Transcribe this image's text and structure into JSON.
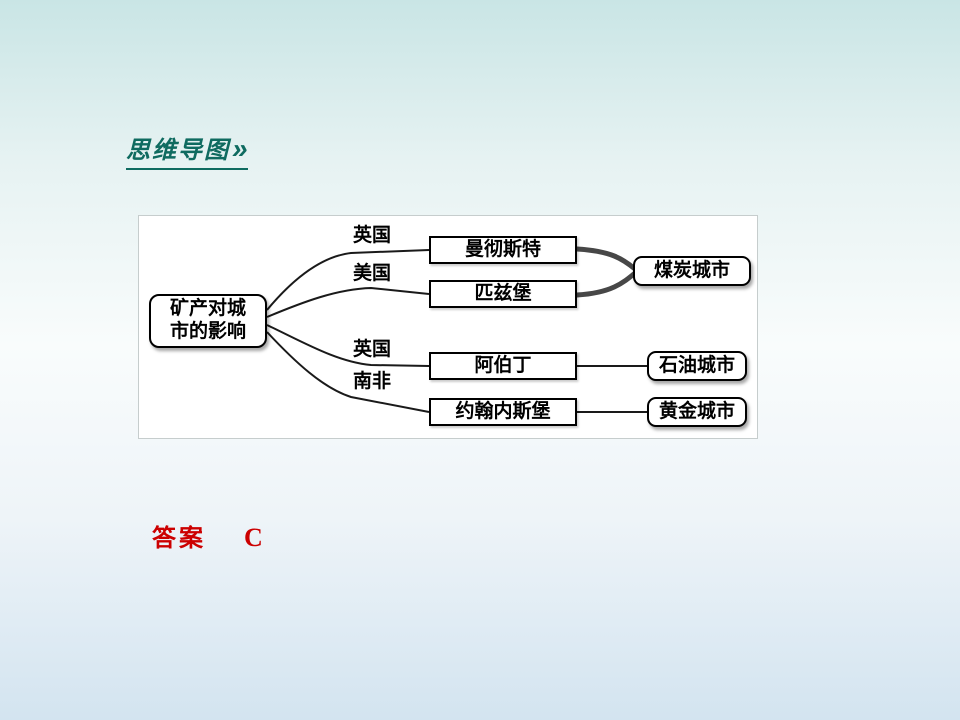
{
  "colors": {
    "accent_teal": "#0f6b60",
    "answer_red": "#cc0000"
  },
  "title": {
    "text": "思维导图",
    "chevron": "»"
  },
  "diagram": {
    "root_label": "矿产对城市的影响",
    "top": {
      "labels": [
        "英国",
        "美国"
      ],
      "cities": [
        "曼彻斯特",
        "匹兹堡"
      ],
      "category": "煤炭城市"
    },
    "bottom": {
      "labels": [
        "英国",
        "南非"
      ],
      "cities": [
        "阿伯丁",
        "约翰内斯堡"
      ],
      "categories": [
        "石油城市",
        "黄金城市"
      ]
    }
  },
  "answer": {
    "label": "答案",
    "value": "C"
  }
}
